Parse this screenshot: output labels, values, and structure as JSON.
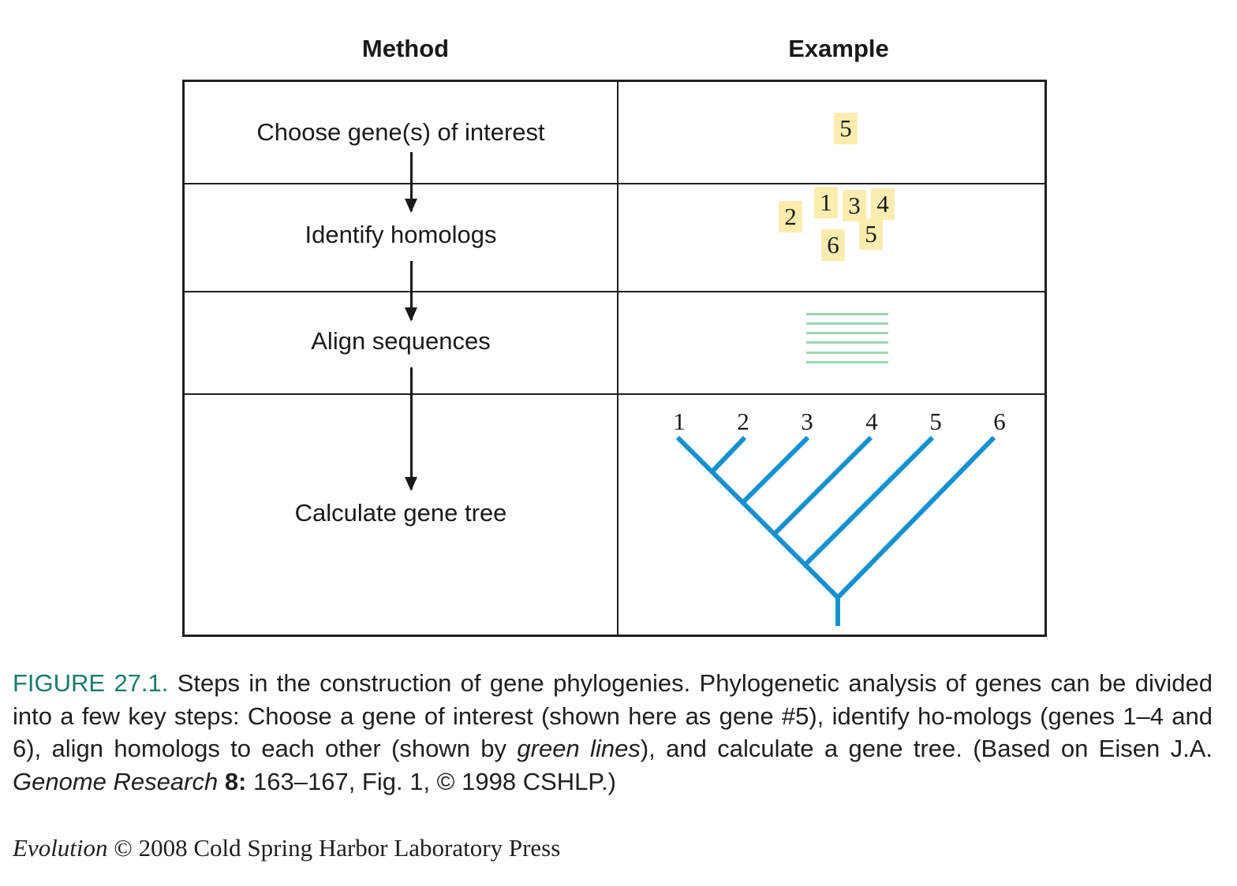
{
  "headers": {
    "method": "Method",
    "example": "Example"
  },
  "steps": [
    {
      "label": "Choose gene(s) of interest"
    },
    {
      "label": "Identify homologs"
    },
    {
      "label": "Align sequences"
    },
    {
      "label": "Calculate gene tree"
    }
  ],
  "chosen_gene": "5",
  "homologs": [
    "1",
    "2",
    "3",
    "4",
    "5",
    "6"
  ],
  "tree_tips": [
    "1",
    "2",
    "3",
    "4",
    "5",
    "6"
  ],
  "colors": {
    "gene_box": "#fbedb0",
    "alignment_lines": "#9fd6b0",
    "tree": "#1691d0",
    "figure_label": "#1a7a6c"
  },
  "caption": {
    "figure_label": "FIGURE 27.1.",
    "text_1": " Steps in the construction of gene phylogenies. Phylogenetic analysis of genes can be divided into a few key steps: Choose a gene of interest (shown here as gene #5), identify ho-mologs (genes 1–4 and 6), align homologs to each other (shown by ",
    "emph": "green lines",
    "text_2": "), and calculate a gene tree. (Based on Eisen J.A. ",
    "journal": "Genome Research",
    "volume": "8:",
    "text_3": " 163–167, Fig. 1, © 1998 CSHLP.)"
  },
  "copyright": {
    "book": "Evolution",
    "rest": " © 2008 Cold Spring Harbor Laboratory Press"
  }
}
